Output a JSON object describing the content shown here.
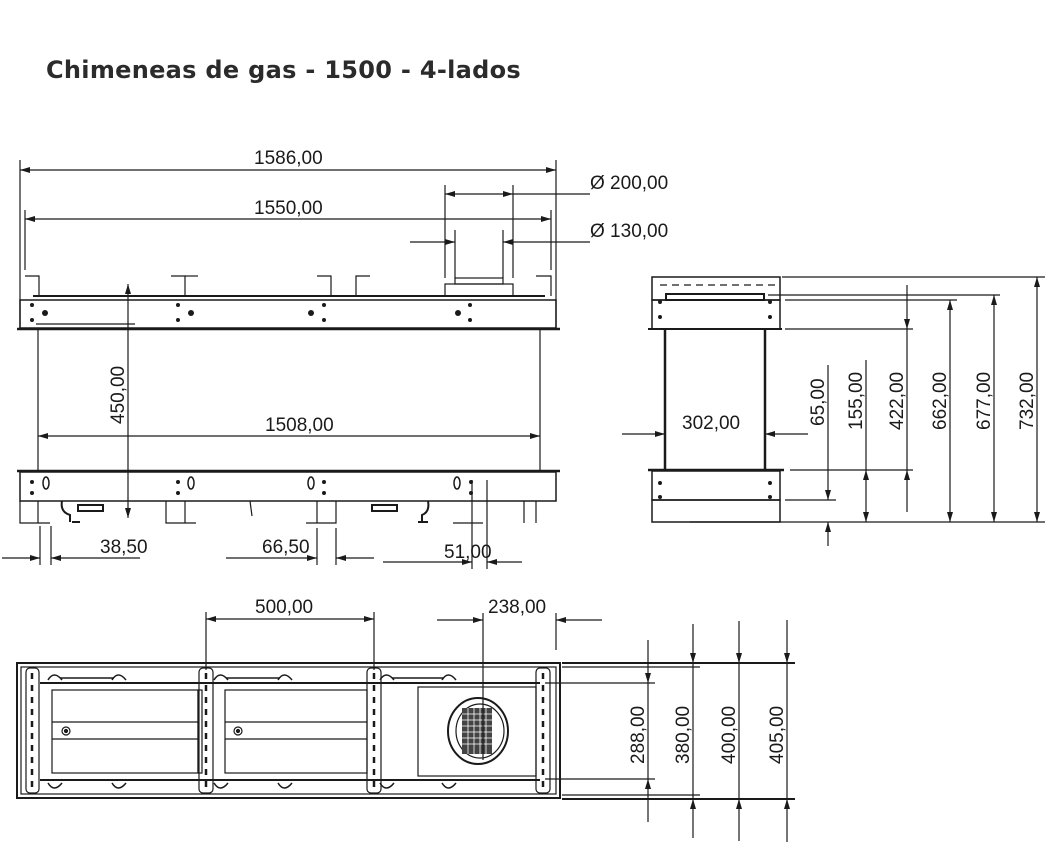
{
  "title": "Chimeneas de gas - 1500 - 4-lados",
  "front_view": {
    "dimensions": {
      "overall_width": "1586,00",
      "inner_width": "1550,00",
      "flue_outer_diameter": "Ø 200,00",
      "flue_inner_diameter": "Ø 130,00",
      "glass_height": "450,00",
      "glass_width": "1508,00",
      "left_offset": "38,50",
      "foot_width": "66,50",
      "right_offset": "51,00"
    }
  },
  "side_view": {
    "dimensions": {
      "depth": "302,00",
      "h_65": "65,00",
      "h_155": "155,00",
      "h_422": "422,00",
      "h_662": "662,00",
      "h_677": "677,00",
      "h_732": "732,00"
    }
  },
  "top_view": {
    "dimensions": {
      "module_spacing": "500,00",
      "flue_offset": "238,00",
      "d_288": "288,00",
      "d_380": "380,00",
      "d_400": "400,00",
      "d_405": "405,00"
    }
  },
  "colors": {
    "line": "#1a1a1a",
    "title": "#2b2b2b",
    "background": "#ffffff"
  }
}
